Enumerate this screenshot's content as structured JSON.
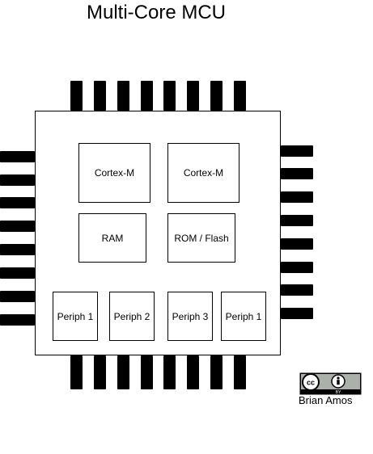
{
  "title": "Multi-Core MCU",
  "blocks": {
    "core1": "Cortex-M",
    "core2": "Cortex-M",
    "ram": "RAM",
    "rom": "ROM / Flash",
    "periph1": "Periph 1",
    "periph2": "Periph 2",
    "periph3": "Periph 3",
    "periph4": "Periph 1"
  },
  "license": {
    "icon": "cc-by-icon",
    "badge_left": "cc",
    "badge_right": "BY",
    "author": "Brian Amos"
  },
  "colors": {
    "pin": "#000000",
    "badge_bg": "#abb1aa"
  }
}
